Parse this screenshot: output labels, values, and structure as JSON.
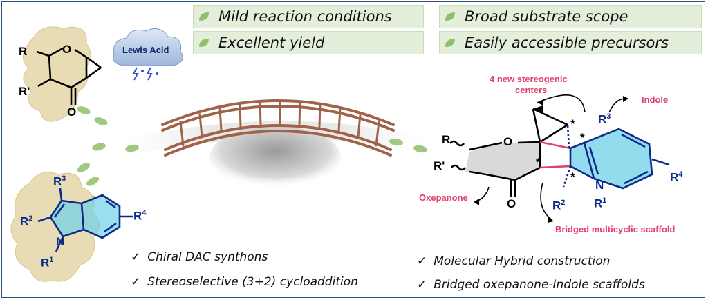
{
  "feature_boxes": [
    {
      "label": "Mild reaction conditions"
    },
    {
      "label": "Excellent yield"
    },
    {
      "label": "Broad substrate scope"
    },
    {
      "label": "Easily accessible precursors"
    }
  ],
  "cloud_label": "Lewis Acid",
  "checklist": [
    {
      "mark": "✓",
      "text": "Chiral DAC synthons"
    },
    {
      "mark": "✓",
      "text": "Stereoselective (3+2) cycloaddition"
    },
    {
      "mark": "✓",
      "text": "Molecular Hybrid construction"
    },
    {
      "mark": "✓",
      "text": "Bridged oxepanone-Indole scaffolds"
    }
  ],
  "annotations": {
    "stereocenters_line1": "4 new stereogenic",
    "stereocenters_line2": "centers",
    "indole": "Indole",
    "oxepanone": "Oxepanone",
    "bridged": "Bridged multicyclic scaffold"
  },
  "reactant_dac": {
    "r": "R",
    "rprime": "R'",
    "o": "O",
    "ketone_o": "O"
  },
  "reactant_indole": {
    "r3": "R",
    "r3_sup": "3",
    "r2": "R",
    "r2_sup": "2",
    "n": "N",
    "r1": "R",
    "r1_sup": "1",
    "r4": "R",
    "r4_sup": "4"
  },
  "product": {
    "r": "R",
    "rprime": "R'",
    "o": "O",
    "ketone_o": "O",
    "n": "N",
    "r1": "R",
    "r1_sup": "1",
    "r2": "R",
    "r2_sup": "2",
    "r3": "R",
    "r3_sup": "3",
    "r4": "R",
    "r4_sup": "4",
    "star": "*"
  },
  "colors": {
    "box_fill": "#e3eedb",
    "leaf": "#8fbf6a",
    "label_pink": "#e0406a",
    "indole_blue": "#0d2a8a",
    "indole_fill": "#6fd0e8",
    "bridge_brown": "#a0634a",
    "blob": "#e8dcb4"
  }
}
